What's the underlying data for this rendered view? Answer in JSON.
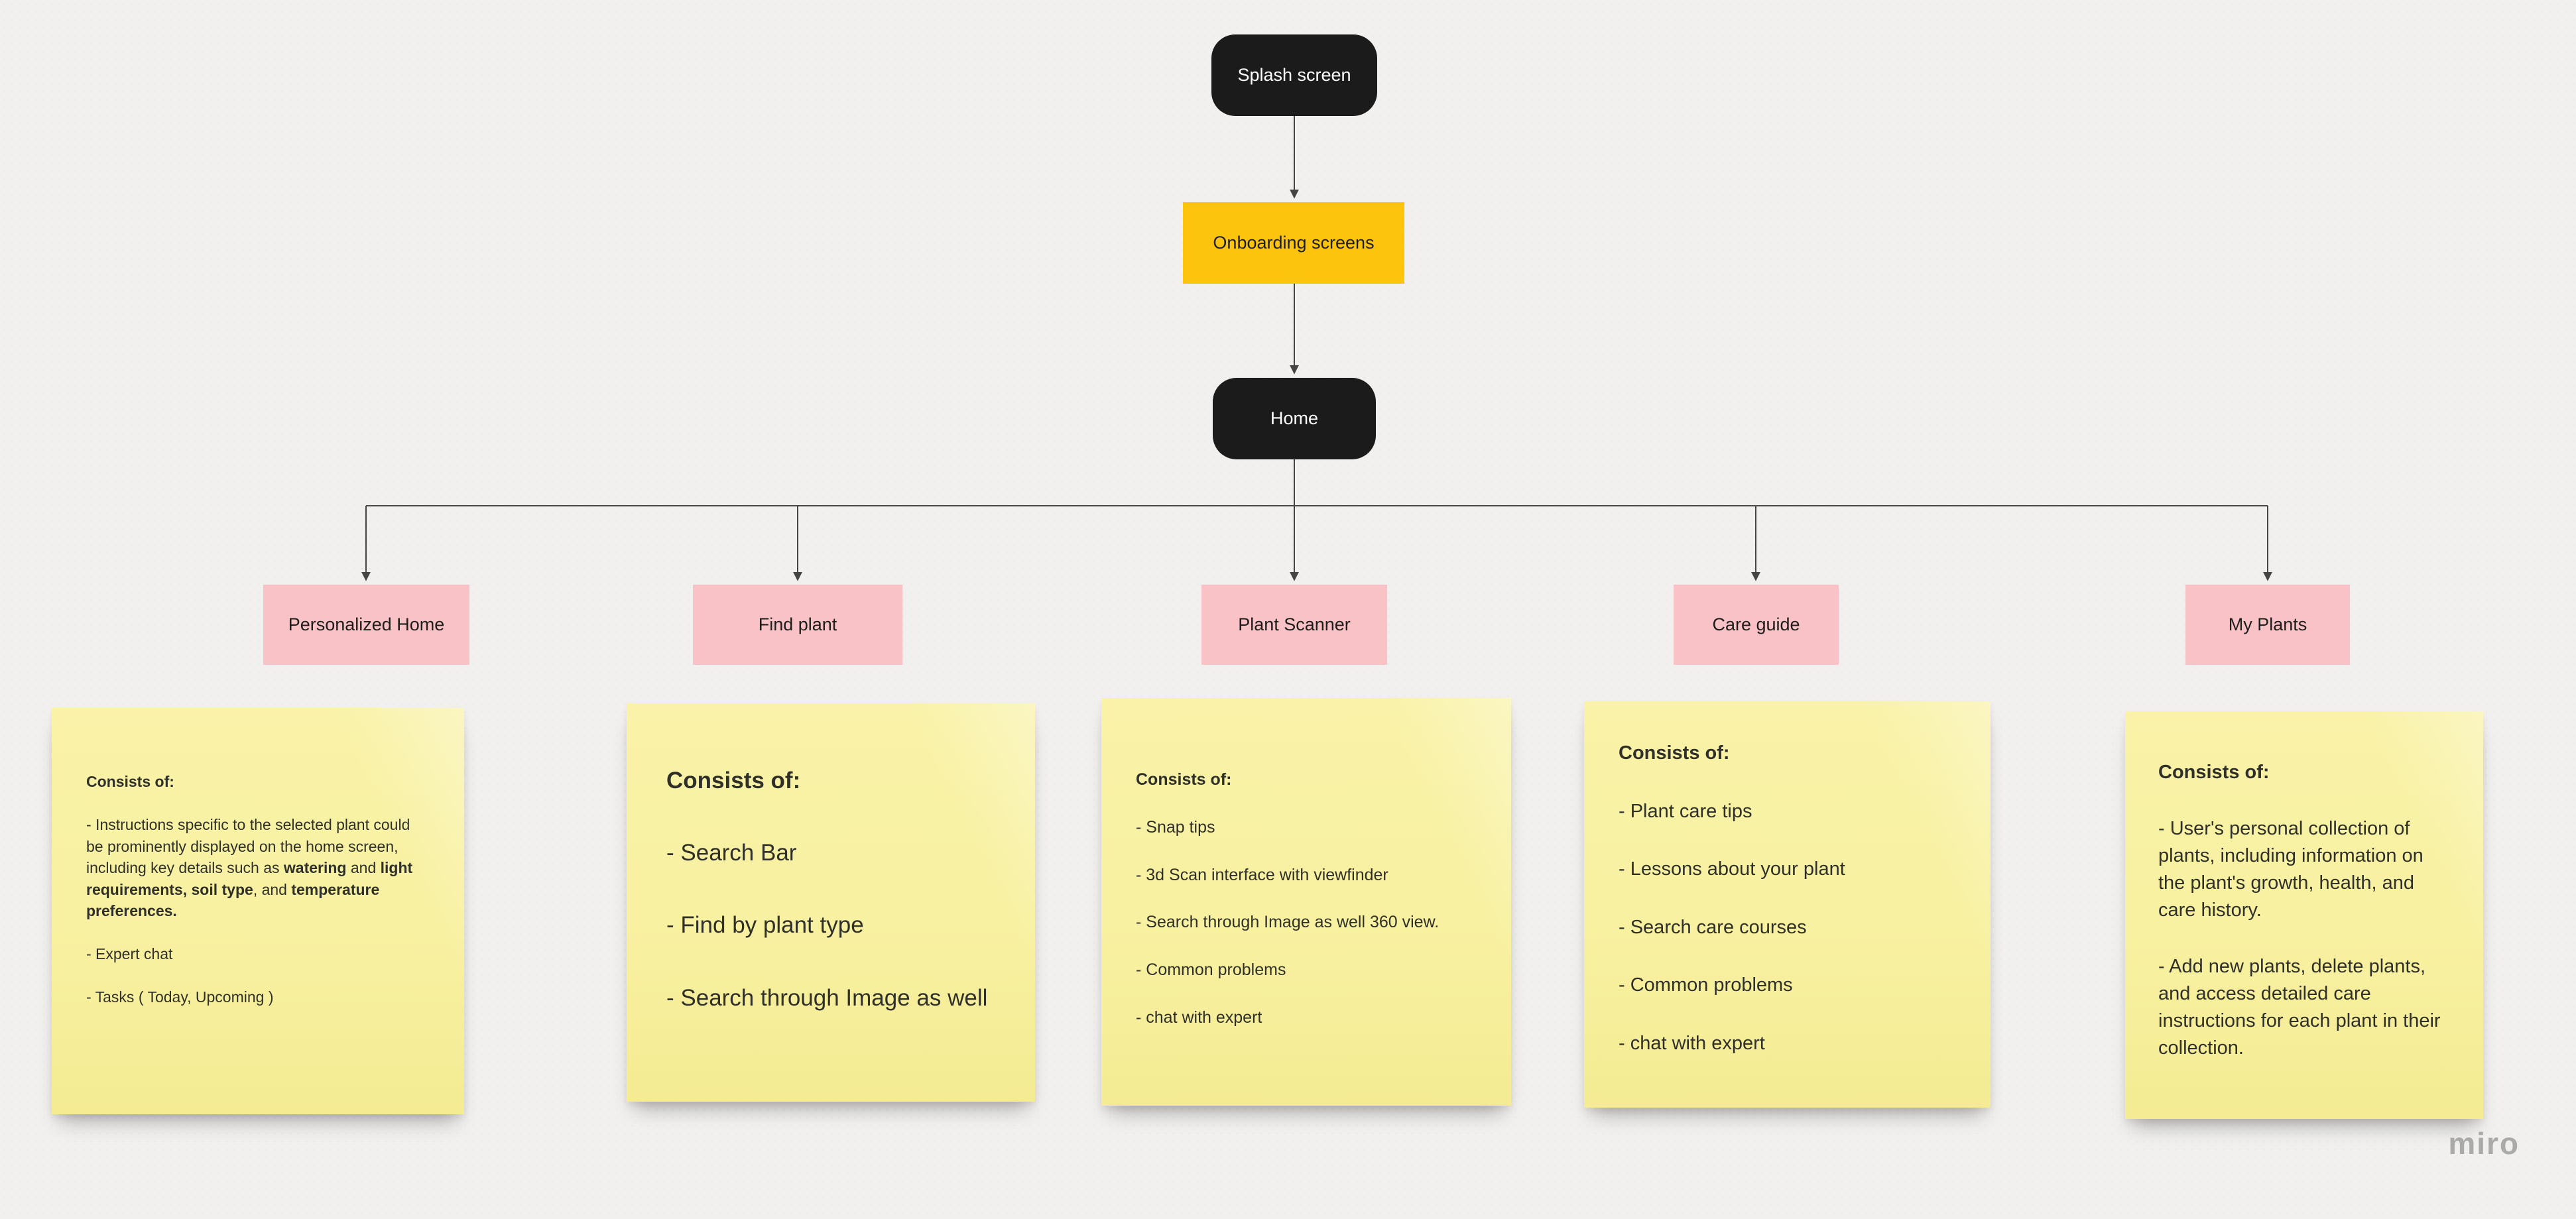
{
  "board": {
    "watermark": "miro"
  },
  "flow": {
    "splash": {
      "label": "Splash screen"
    },
    "onboarding": {
      "label": "Onboarding screens"
    },
    "home": {
      "label": "Home"
    },
    "branches": [
      {
        "label": "Personalized Home"
      },
      {
        "label": "Find plant"
      },
      {
        "label": "Plant Scanner"
      },
      {
        "label": "Care guide"
      },
      {
        "label": "My Plants"
      }
    ]
  },
  "stickies": [
    {
      "title": "Consists of:",
      "items": [
        [
          {
            "t": "- Instructions specific to the selected plant could be prominently displayed on the home screen, including key details such as ",
            "b": false
          },
          {
            "t": "watering",
            "b": true
          },
          {
            "t": " and ",
            "b": false
          },
          {
            "t": "light requirements, soil type",
            "b": true
          },
          {
            "t": ", and ",
            "b": false
          },
          {
            "t": "temperature preferences.",
            "b": true
          }
        ],
        [
          {
            "t": "- Expert chat",
            "b": false
          }
        ],
        [
          {
            "t": "- Tasks ( Today, Upcoming )",
            "b": false
          }
        ]
      ]
    },
    {
      "title": "Consists of:",
      "items": [
        [
          {
            "t": "- Search Bar",
            "b": false
          }
        ],
        [
          {
            "t": "- Find by plant type",
            "b": false
          }
        ],
        [
          {
            "t": "- Search through Image as well",
            "b": false
          }
        ]
      ]
    },
    {
      "title": "Consists of:",
      "items": [
        [
          {
            "t": "- Snap tips",
            "b": false
          }
        ],
        [
          {
            "t": "- 3d Scan interface with viewfinder",
            "b": false
          }
        ],
        [
          {
            "t": "- Search through Image as well 360 view.",
            "b": false
          }
        ],
        [
          {
            "t": "- Common problems",
            "b": false
          }
        ],
        [
          {
            "t": "- chat with expert",
            "b": false
          }
        ]
      ]
    },
    {
      "title": "Consists of:",
      "items": [
        [
          {
            "t": "- Plant care tips",
            "b": false
          }
        ],
        [
          {
            "t": "- Lessons about your plant",
            "b": false
          }
        ],
        [
          {
            "t": "- Search care courses",
            "b": false
          }
        ],
        [
          {
            "t": "- Common problems",
            "b": false
          }
        ],
        [
          {
            "t": "- chat with expert",
            "b": false
          }
        ]
      ]
    },
    {
      "title": "Consists of:",
      "items": [
        [
          {
            "t": "- User's personal collection of plants, including information on the plant's growth, health, and care history.",
            "b": false
          }
        ],
        [
          {
            "t": "- Add new plants, delete plants, and access detailed care instructions for each plant in their collection.",
            "b": false
          }
        ]
      ]
    }
  ],
  "colors": {
    "background": "#f1f0ee",
    "node_dark": "#1b1b1b",
    "node_yellow": "#fcc40d",
    "node_pink": "#f9c2c6",
    "sticky_yellow": "#f8f1a1",
    "connector": "#454545",
    "watermark_gray": "#9e9d9b"
  }
}
